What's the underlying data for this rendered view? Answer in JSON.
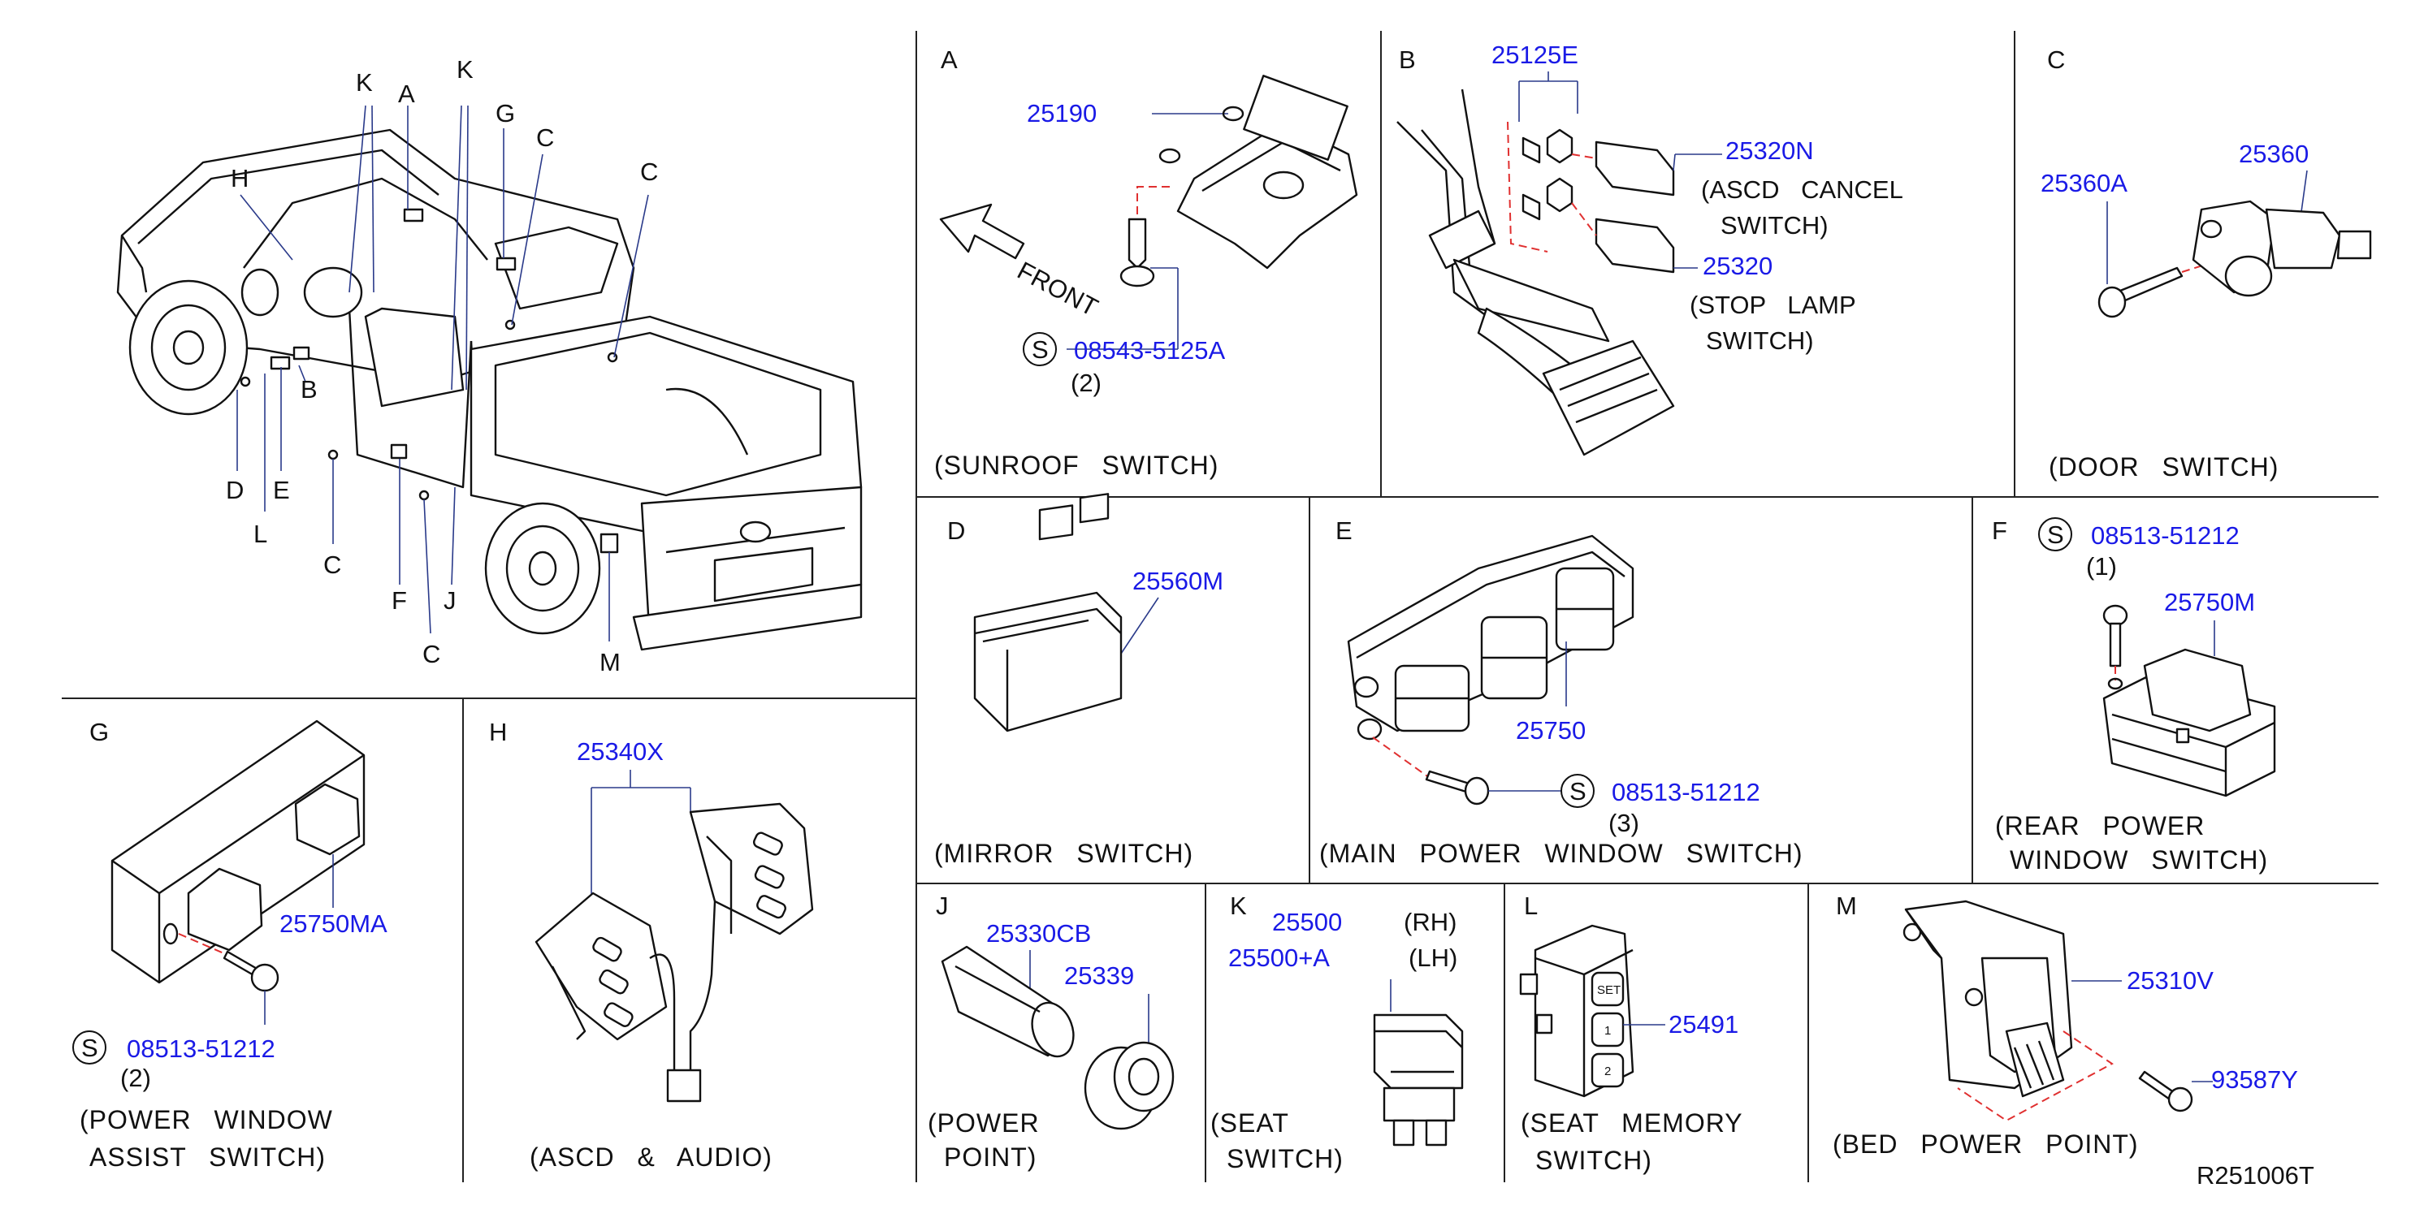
{
  "ref_code": "R251006T",
  "truck_labels": [
    "A",
    "B",
    "C",
    "C",
    "C",
    "C",
    "D",
    "E",
    "F",
    "G",
    "H",
    "J",
    "K",
    "K",
    "L",
    "M"
  ],
  "panels": {
    "A": {
      "letter": "A",
      "parts": [
        "25190"
      ],
      "screw": {
        "symbol": "S",
        "number": "08543-5125A",
        "qty": "(2)"
      },
      "front": "FRONT",
      "caption": "(SUNROOF SWITCH)"
    },
    "B": {
      "letter": "B",
      "parts": [
        "25125E",
        "25320N",
        "25320"
      ],
      "notes": [
        "(ASCD CANCEL",
        "SWITCH)",
        "(STOP LAMP",
        "SWITCH)"
      ]
    },
    "C": {
      "letter": "C",
      "parts": [
        "25360A",
        "25360"
      ],
      "caption": "(DOOR SWITCH)"
    },
    "D": {
      "letter": "D",
      "parts": [
        "25560M"
      ],
      "caption": "(MIRROR SWITCH)"
    },
    "E": {
      "letter": "E",
      "parts": [
        "25750"
      ],
      "screw": {
        "symbol": "S",
        "number": "08513-51212",
        "qty": "(3)"
      },
      "caption": "(MAIN POWER WINDOW SWITCH)"
    },
    "F": {
      "letter": "F",
      "parts": [
        "25750M"
      ],
      "screw": {
        "symbol": "S",
        "number": "08513-51212",
        "qty": "(1)"
      },
      "caption_lines": [
        "(REAR POWER",
        "WINDOW SWITCH)"
      ]
    },
    "G": {
      "letter": "G",
      "parts": [
        "25750MA"
      ],
      "screw": {
        "symbol": "S",
        "number": "08513-51212",
        "qty": "(2)"
      },
      "caption_lines": [
        "(POWER WINDOW",
        "ASSIST SWITCH)"
      ]
    },
    "H": {
      "letter": "H",
      "parts": [
        "25340X"
      ],
      "caption": "(ASCD & AUDIO)"
    },
    "J": {
      "letter": "J",
      "parts": [
        "25330CB",
        "25339"
      ],
      "caption_lines": [
        "(POWER",
        "POINT)"
      ]
    },
    "K": {
      "letter": "K",
      "parts": [
        "25500",
        "25500+A"
      ],
      "sides": [
        "(RH)",
        "(LH)"
      ],
      "caption_lines": [
        "(SEAT",
        "SWITCH)"
      ]
    },
    "L": {
      "letter": "L",
      "parts": [
        "25491"
      ],
      "buttons": [
        "SET",
        "1",
        "2"
      ],
      "caption_lines": [
        "(SEAT MEMORY",
        "SWITCH)"
      ]
    },
    "M": {
      "letter": "M",
      "parts": [
        "25310V",
        "93587Y"
      ],
      "caption": "(BED POWER POINT)"
    }
  }
}
